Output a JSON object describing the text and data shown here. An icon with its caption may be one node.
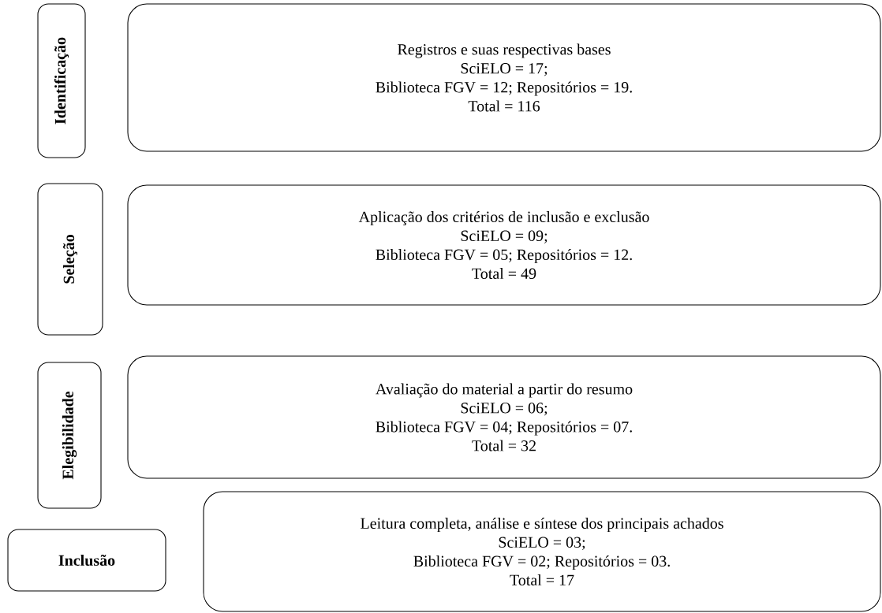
{
  "diagram": {
    "nodes": [
      {
        "text": [
          "Identificação"
        ]
      },
      {
        "text": [
          "Registros e suas respectivas bases",
          "SciELO = 17;",
          "Biblioteca FGV = 12; Repositórios = 19.",
          "Total = 116"
        ]
      },
      {
        "text": [
          "Seleção"
        ]
      },
      {
        "text": [
          "Aplicação dos critérios de inclusão e exclusão",
          "SciELO = 09;",
          "Biblioteca FGV = 05; Repositórios = 12.",
          "Total = 49"
        ]
      },
      {
        "text": [
          "Elegibilidade"
        ]
      },
      {
        "text": [
          "Avaliação do material a partir do resumo",
          "SciELO = 06;",
          "Biblioteca FGV = 04; Repositórios = 07.",
          "Total = 32"
        ]
      },
      {
        "text": [
          "Inclusão"
        ]
      },
      {
        "text": [
          "Leitura completa, análise e síntese dos principais achados",
          "SciELO = 03;",
          "Biblioteca FGV = 02; Repositórios = 03.",
          "Total = 17"
        ]
      }
    ]
  }
}
